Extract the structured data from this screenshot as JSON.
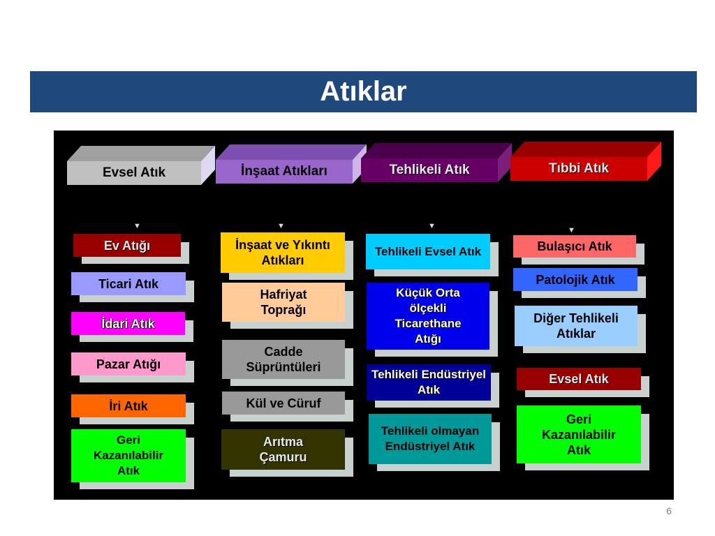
{
  "slide": {
    "title": "Atıklar",
    "page_number": "6"
  },
  "columns": [
    {
      "header": "Evsel Atık",
      "items": [
        "Ev Atığı",
        "Ticari Atık",
        "İdari Atık",
        "Pazar Atığı",
        "İri Atık",
        "Geri Kazanılabilir Atık"
      ]
    },
    {
      "header": "İnşaat Atıkları",
      "items": [
        "İnşaat ve Yıkıntı Atıkları",
        "Hafriyat Toprağı",
        "Cadde Süprüntüleri",
        "Kül ve Cüruf",
        "Arıtma Çamuru"
      ]
    },
    {
      "header": "Tehlikeli Atık",
      "items": [
        "Tehlikeli Evsel Atık",
        "Küçük Orta ölçekli Ticarethane Atığı",
        "Tehlikeli Endüstriyel Atık",
        "Tehlikeli olmayan Endüstriyel Atık"
      ]
    },
    {
      "header": "Tıbbi Atık",
      "items": [
        "Bulaşıcı Atık",
        "Patolojik Atık",
        "Diğer Tehlikeli Atıklar",
        "Evsel Atık",
        "Geri Kazanılabilir Atık"
      ]
    }
  ],
  "colors": {
    "title_bar": "#1f497d",
    "diagram_background": "#000000",
    "evsel_header": "#c0c0c0",
    "insaat_header": "#9966cc",
    "tehlikeli_header": "#660066",
    "tibbi_header": "#cc0000"
  }
}
